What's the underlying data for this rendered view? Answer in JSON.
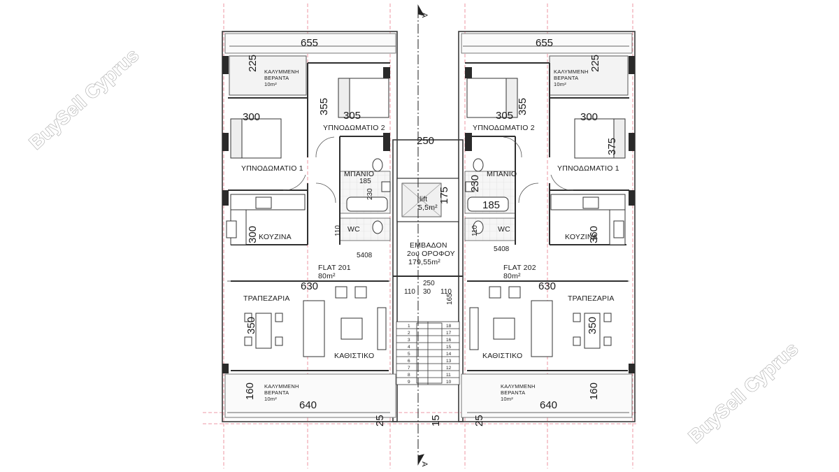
{
  "watermark": {
    "text": "BuySell Cyprus"
  },
  "section_marker": {
    "letter": "A"
  },
  "rooms": {
    "covered_veranda": "ΚΑΛΥΜΜΕΝΗ",
    "veranda": "ΒΕΡΑΝΤΑ",
    "veranda_area": "10m²",
    "bedroom_2": "ΥΠΝΟΔΩΜΑΤΙΟ 2",
    "bedroom_1": "ΥΠΝΟΔΩΜΑΤΙΟ 1",
    "bathroom": "ΜΠΑΝΙΟ",
    "wc": "WC",
    "kitchen": "ΚΟΥΖΙΝΑ",
    "dining": "ΤΡΑΠΕΖΑΡΙΑ",
    "living": "ΚΑΘΙΣΤΙΚΟ"
  },
  "flats": [
    {
      "name": "FLAT 201",
      "area": "80m²"
    },
    {
      "name": "FLAT 202",
      "area": "80m²"
    }
  ],
  "lift": {
    "label": "lift",
    "area": "5,5m²"
  },
  "floor_area": {
    "line1": "ΕΜΒΑΔΟΝ",
    "line2": "2ου ΟΡΟΦΟΥ",
    "line3": "179,55m²"
  },
  "dimensions": {
    "top_width": "655",
    "veranda_depth": "225",
    "bedroom2_width": "305",
    "bedroom2_depth": "355",
    "bedroom1_width": "300",
    "bedroom1_depth": "375",
    "corridor": "250",
    "bath_a": "185",
    "bath_b": "230",
    "lift_depth": "175",
    "wc_width": "110",
    "kitchen_depth": "300",
    "kitchen_depth_right": "360",
    "code": "5408",
    "living_width": "630",
    "dining_depth": "350",
    "front_veranda_depth": "160",
    "bottom_width": "640",
    "stair_total": "250",
    "stair_a": "110",
    "stair_b": "30",
    "stair_c": "110",
    "stair_d": "165",
    "edge_a": "25",
    "edge_b": "15"
  },
  "stair_steps_left": [
    "1",
    "2",
    "3",
    "4",
    "5",
    "6",
    "7",
    "8",
    "9"
  ],
  "stair_steps_right": [
    "18",
    "17",
    "16",
    "15",
    "14",
    "13",
    "12",
    "11",
    "10"
  ]
}
